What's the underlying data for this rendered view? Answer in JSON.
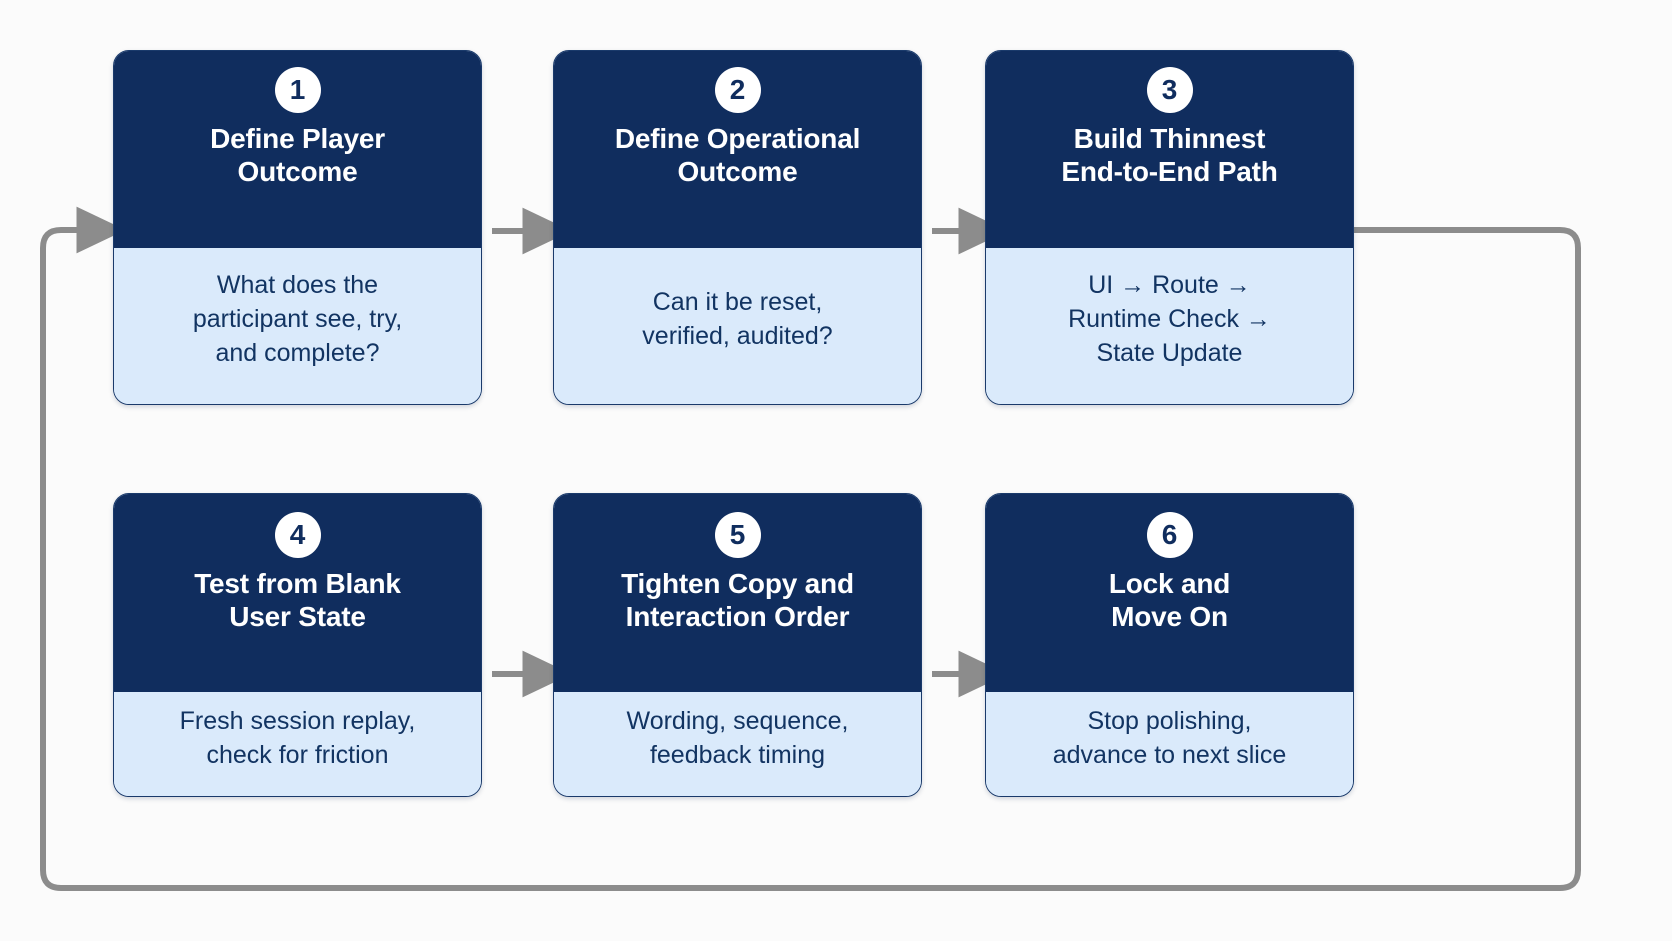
{
  "diagram": {
    "type": "process-loop-flowchart",
    "background_color": "#fbfbfb",
    "card_header_color": "#102d5e",
    "card_body_color": "#daeafb",
    "connector_color": "#8c8c8c",
    "text_color_dark": "#123462",
    "text_color_light": "#ffffff"
  },
  "steps": [
    {
      "number": "1",
      "title": "Define Player\nOutcome",
      "body": "What does the\nparticipant see, try,\nand complete?"
    },
    {
      "number": "2",
      "title": "Define Operational\nOutcome",
      "body": "Can it be reset,\nverified, audited?"
    },
    {
      "number": "3",
      "title": "Build Thinnest\nEnd-to-End Path",
      "body": "UI → Route →\nRuntime Check →\nState Update"
    },
    {
      "number": "4",
      "title": "Test from Blank\nUser State",
      "body": "Fresh session replay,\ncheck for friction"
    },
    {
      "number": "5",
      "title": "Tighten Copy and\nInteraction Order",
      "body": "Wording, sequence,\nfeedback timing"
    },
    {
      "number": "6",
      "title": "Lock and\nMove On",
      "body": "Stop polishing,\nadvance to next slice"
    }
  ],
  "connectors": [
    {
      "name": "arrow-step1-to-step2",
      "from": "1",
      "to": "2",
      "direction": "right"
    },
    {
      "name": "arrow-step2-to-step3",
      "from": "2",
      "to": "3",
      "direction": "right"
    },
    {
      "name": "arrow-step4-to-step5",
      "from": "4",
      "to": "5",
      "direction": "right"
    },
    {
      "name": "arrow-step5-to-step6",
      "from": "5",
      "to": "6",
      "direction": "right"
    },
    {
      "name": "loop-back-step3-to-step1",
      "from": "3",
      "to": "1",
      "direction": "loop-around"
    }
  ]
}
